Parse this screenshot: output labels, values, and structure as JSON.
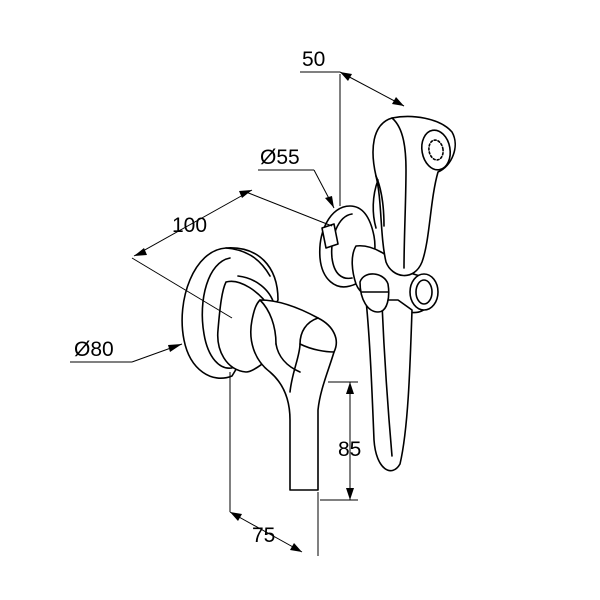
{
  "drawing": {
    "dimensions": {
      "top_width": "50",
      "hose_connector_diameter": "Ø55",
      "mixer_depth": "100",
      "rosette_diameter": "Ø80",
      "lever_height": "85",
      "lever_depth": "75"
    }
  }
}
